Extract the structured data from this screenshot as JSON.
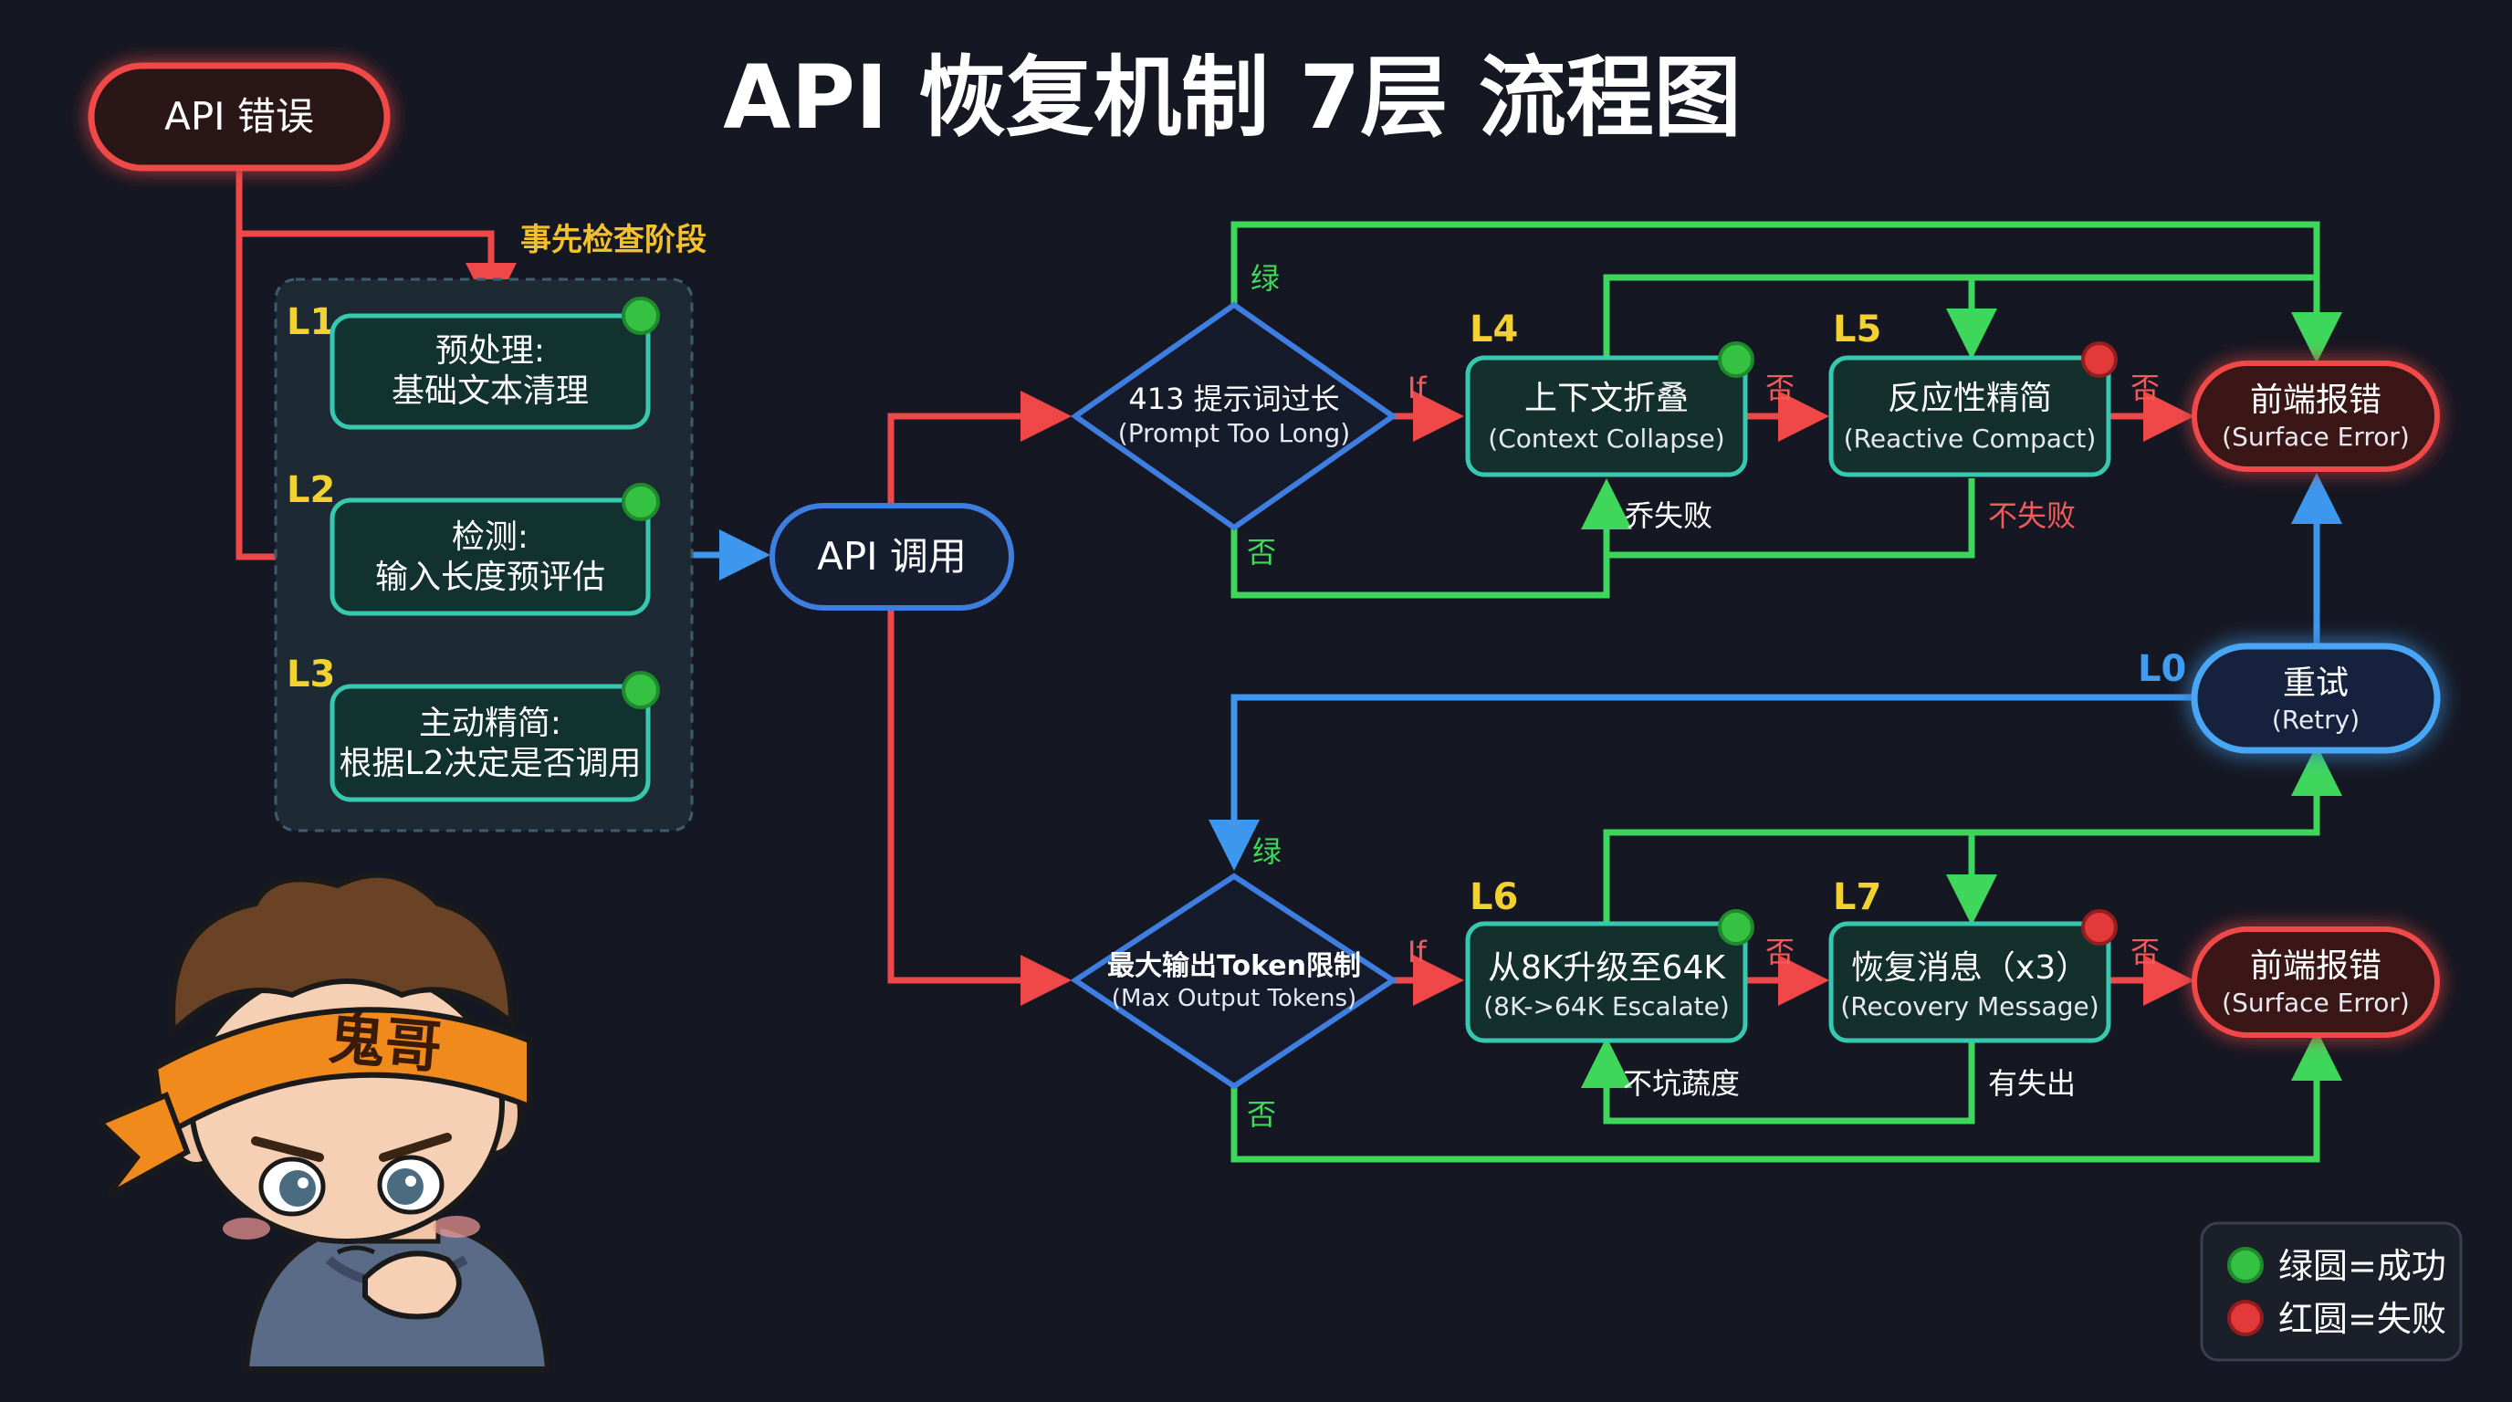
{
  "title": "API 恢复机制 7层 流程图",
  "api_error": "API 错误",
  "precheck_label": "事先检查阶段",
  "levels": {
    "l0": "L0",
    "l1": "L1",
    "l2": "L2",
    "l3": "L3",
    "l4": "L4",
    "l5": "L5",
    "l6": "L6",
    "l7": "L7"
  },
  "l1_node": {
    "line1": "预处理:",
    "line2": "基础文本清理"
  },
  "l2_node": {
    "line1": "检测:",
    "line2": "输入长度预评估"
  },
  "l3_node": {
    "line1": "主动精简:",
    "line2": "根据L2决定是否调用"
  },
  "api_call": "API 调用",
  "decision_top": {
    "line1": "413 提示词过长",
    "line2": "(Prompt Too Long)"
  },
  "decision_bottom": {
    "line1": "最大输出Token限制",
    "line2": "(Max Output Tokens)"
  },
  "l4_node": {
    "line1": "上下文折叠",
    "line2": "(Context Collapse)"
  },
  "l5_node": {
    "line1": "反应性精简",
    "line2": "(Reactive Compact)"
  },
  "l6_node": {
    "line1": "从8K升级至64K",
    "line2": "(8K->64K Escalate)"
  },
  "l7_node": {
    "line1": "恢复消息（x3）",
    "line2": "(Recovery Message)"
  },
  "surface_error_top": {
    "line1": "前端报错",
    "line2": "(Surface Error)"
  },
  "surface_error_bottom": {
    "line1": "前端报错",
    "line2": "(Surface Error)"
  },
  "retry": {
    "line1": "重试",
    "line2": "(Retry)"
  },
  "edge_labels": {
    "green_top": "绿",
    "green_bottom": "绿",
    "no_top_diamond": "否",
    "no_bottom_diamond": "否",
    "if_top": "If",
    "if_bottom": "If",
    "no_l4_l5": "否",
    "no_l5_err": "否",
    "no_l6_l7": "否",
    "no_l7_err": "否",
    "l4_fail": "乔失败",
    "l5_fail": "不失败",
    "l6_note": "不坑蔬度",
    "l7_note": "有失出"
  },
  "legend": {
    "green": "绿圆=成功",
    "red": "红圆=失败"
  },
  "mascot_badge": "鬼哥",
  "colors": {
    "background": "#151722",
    "green": "#3fd65c",
    "red": "#f04848",
    "blue": "#3d97ee",
    "yellow": "#f2d230",
    "orange": "#f08a1c"
  }
}
